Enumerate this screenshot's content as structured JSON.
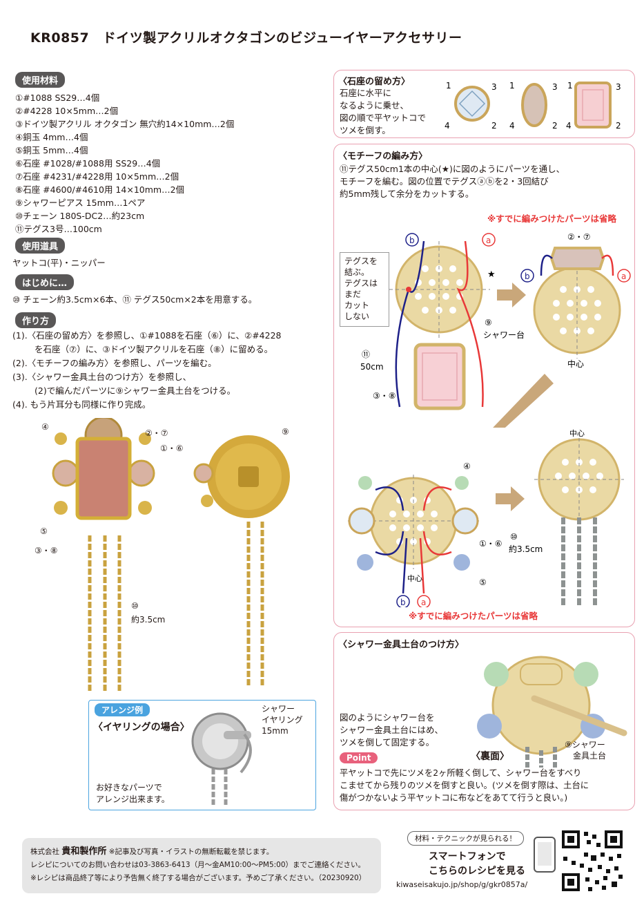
{
  "title": "KR0857　ドイツ製アクリルオクタゴンのビジューイヤーアクセサリー",
  "materials": {
    "header": "使用材料",
    "items": [
      "①#1088 SS29…4個",
      "②#4228 10×5mm…2個",
      "③ドイツ製アクリル オクタゴン 無穴約14×10mm…2個",
      "④銅玉 4mm…4個",
      "⑤銅玉 5mm…4個",
      "⑥石座 #1028/#1088用 SS29…4個",
      "⑦石座 #4231/#4228用 10×5mm…2個",
      "⑧石座 #4600/#4610用 14×10mm…2個",
      "⑨シャワーピアス 15mm…1ペア",
      "⑩チェーン 180S-DC2…約23cm",
      "⑪テグス3号…100cm"
    ]
  },
  "tools": {
    "header": "使用道具",
    "text": "ヤットコ(平)・ニッパー"
  },
  "intro": {
    "header": "はじめに…",
    "text": "⑩ チェーン約3.5cm×6本、⑪ テグス50cm×2本を用意する。"
  },
  "steps": {
    "header": "作り方",
    "lines": [
      "(1).〈石座の留め方〉を参照し、①#1088を石座（⑥）に、②#4228",
      "を石座（⑦）に、③ドイツ製アクリルを石座（⑧）に留める。",
      "(2).〈モチーフの編み方〉を参照し、パーツを編む。",
      "(3).〈シャワー金具土台のつけ方〉を参照し、",
      "(2)で編んだパーツに⑨シャワー金具土台をつける。",
      "(4). もう片耳分も同様に作り完成。"
    ]
  },
  "photo_labels": {
    "l4": "④",
    "l27": "②・⑦",
    "l16": "①・⑥",
    "l5": "⑤",
    "l38": "③・⑧",
    "l9": "⑨",
    "l10": "⑩",
    "l10len": "約3.5cm"
  },
  "arrange": {
    "badge": "アレンジ例",
    "title": "〈イヤリングの場合〉",
    "part_lines": [
      "シャワー",
      "イヤリング",
      "15mm"
    ],
    "note_lines": [
      "お好きなパーツで",
      "アレンジ出来ます。"
    ]
  },
  "setting": {
    "title": "〈石座の留め方〉",
    "lines": [
      "石座に水平に",
      "なるように乗せ、",
      "図の順で平ヤットコで",
      "ツメを倒す。"
    ],
    "nums": [
      "1",
      "3",
      "4",
      "2"
    ]
  },
  "motif": {
    "title": "〈モチーフの編み方〉",
    "lines": [
      "⑪テグス50cm1本の中心(★)に図のようにパーツを通し、",
      "モチーフを編む。図の位置でテグスⓐⓑを2・3回結び",
      "約5mm残して余分をカットする。"
    ],
    "omit_note": "※すでに編みつけたパーツは省略",
    "tie_note": [
      "テグスを",
      "結ぶ。",
      "テグスは",
      "まだ",
      "カット",
      "しない"
    ],
    "labels": {
      "a": "a",
      "b": "b",
      "star": "★",
      "nine": "⑨",
      "shower": "シャワー台",
      "eleven": "⑪",
      "fifty": "50cm",
      "three8": "③・⑧",
      "two7": "②・⑦",
      "center": "中心",
      "four": "④",
      "one6": "①・⑥",
      "five": "⑤",
      "ten": "⑩",
      "ten_len": "約3.5cm"
    }
  },
  "shower": {
    "title": "〈シャワー金具土台のつけ方〉",
    "lines": [
      "図のようにシャワー台を",
      "シャワー金具土台にはめ、",
      "ツメを倒して固定する。"
    ],
    "back_label": "〈裏面〉",
    "part_label": [
      "⑨シャワー",
      "金具土台"
    ],
    "point_badge": "Point",
    "point_lines": [
      "平ヤットコで先にツメを2ヶ所軽く倒して、シャワー台をすべり",
      "こませてから残りのツメを倒すと良い。(ツメを倒す際は、土台に",
      "傷がつかないよう平ヤットコに布などをあてて行うと良い。)"
    ]
  },
  "footer": {
    "company_prefix": "株式会社",
    "company": "貴和製作所",
    "copyright": "※記事及び写真・イラストの無断転載を禁じます。",
    "contact": "レシピについてのお問い合わせは03-3863-6413（月〜金AM10:00〜PM5:00）までご連絡ください。",
    "notice": "※レシピは商品終了等により予告無く終了する場合がございます。予めご了承ください。（20230920）",
    "bubble": "材料・テクニックが見られる！",
    "sp_line1": "スマートフォンで",
    "sp_line2": "こちらのレシピを見る",
    "url": "kiwaseisakujo.jp/shop/g/gkr0857a/"
  },
  "colors": {
    "pink_border": "#e9a0b0",
    "red": "#e83838",
    "navy": "#1d2088",
    "gold": "#e8cf8e",
    "header_gray": "#595757",
    "arrow": "#c9a77a"
  }
}
